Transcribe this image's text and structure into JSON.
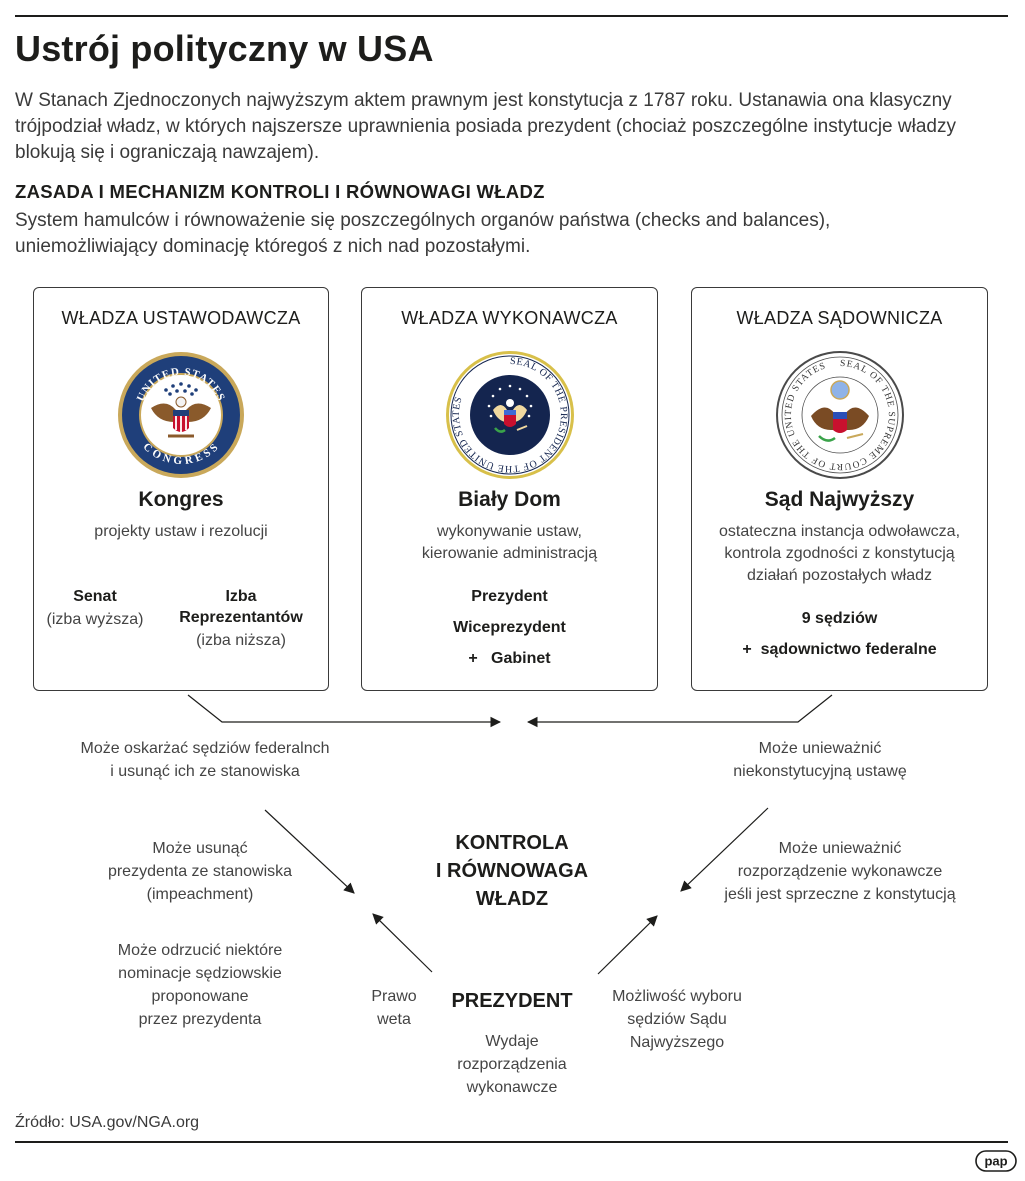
{
  "header": {
    "title": "Ustrój polityczny w USA",
    "lead_lines": [
      "W Stanach Zjednoczonych najwyższym aktem prawnym jest konstytucja z 1787 roku. Ustanawia ona klasyczny",
      "trójpodział władz, w których najszersze uprawnienia posiada prezydent (chociaż poszczególne instytucje władzy",
      "blokują się i ograniczają nawzajem)."
    ],
    "section_heading": "ZASADA I MECHANIZM KONTROLI I RÓWNOWAGI WŁADZ",
    "section_lines": [
      "System hamulców i równoważenie się poszczególnych organów państwa (checks and balances),",
      "uniemożliwiający dominację któregoś z nich nad pozostałymi."
    ]
  },
  "branches": {
    "legislative": {
      "title": "WŁADZA USTAWODAWCZA",
      "seal_text_top": "UNITED STATES",
      "seal_text_bottom": "CONGRESS",
      "name": "Kongres",
      "description": "projekty ustaw i rezolucji",
      "senate_name": "Senat",
      "senate_note": "(izba wyższa)",
      "house_name_1": "Izba",
      "house_name_2": "Reprezentantów",
      "house_note": "(izba niższa)",
      "seal_color": "#1f3f7a"
    },
    "executive": {
      "title": "WŁADZA WYKONAWCZA",
      "seal_text_top": "SEAL OF THE PRESIDENT OF THE UNITED STATES",
      "name": "Biały Dom",
      "description_1": "wykonywanie ustaw,",
      "description_2": "kierowanie administracją",
      "item_1": "Prezydent",
      "item_2": "Wiceprezydent",
      "item_3": "+   Gabinet",
      "seal_color": "#14254f",
      "seal_ring_color": "#d8c04a"
    },
    "judicial": {
      "title": "WŁADZA SĄDOWNICZA",
      "seal_text_top": "SEAL OF THE SUPREME COURT OF THE UNITED STATES",
      "name": "Sąd Najwyższy",
      "description_1": "ostateczna instancja odwoławcza,",
      "description_2": "kontrola zgodności z konstytucją",
      "description_3": "działań pozostałych władz",
      "item_1": "9 sędziów",
      "item_2": "+  sądownictwo federalne",
      "seal_color": "#ffffff"
    }
  },
  "notes": {
    "impeach_judges_1": "Może oskarżać sędziów federalnch",
    "impeach_judges_2": "i usunąć ich ze stanowiska",
    "void_law_1": "Może unieważnić",
    "void_law_2": "niekonstytucyjną ustawę",
    "remove_president_1": "Może usunąć",
    "remove_president_2": "prezydenta ze stanowiska",
    "remove_president_3": "(impeachment)",
    "void_order_1": "Może unieważnić",
    "void_order_2": "rozporządzenie wykonawcze",
    "void_order_3": "jeśli jest sprzeczne z konstytucją",
    "reject_nominations_1": "Może odrzucić niektóre",
    "reject_nominations_2": "nominacje sędziowskie",
    "reject_nominations_3": "proponowane",
    "reject_nominations_4": "przez prezydenta",
    "veto_1": "Prawo",
    "veto_2": "weta",
    "appoint_judges_1": "Możliwość wyboru",
    "appoint_judges_2": "sędziów Sądu",
    "appoint_judges_3": "Najwyższego",
    "orders_1": "Wydaje",
    "orders_2": "rozporządzenia",
    "orders_3": "wykonawcze"
  },
  "center": {
    "line_1": "KONTROLA",
    "line_2": "I RÓWNOWAGA",
    "line_3": "WŁADZ",
    "president": "PREZYDENT"
  },
  "footer": {
    "source": "Źródło: USA.gov/NGA.org",
    "logo": "pap"
  }
}
